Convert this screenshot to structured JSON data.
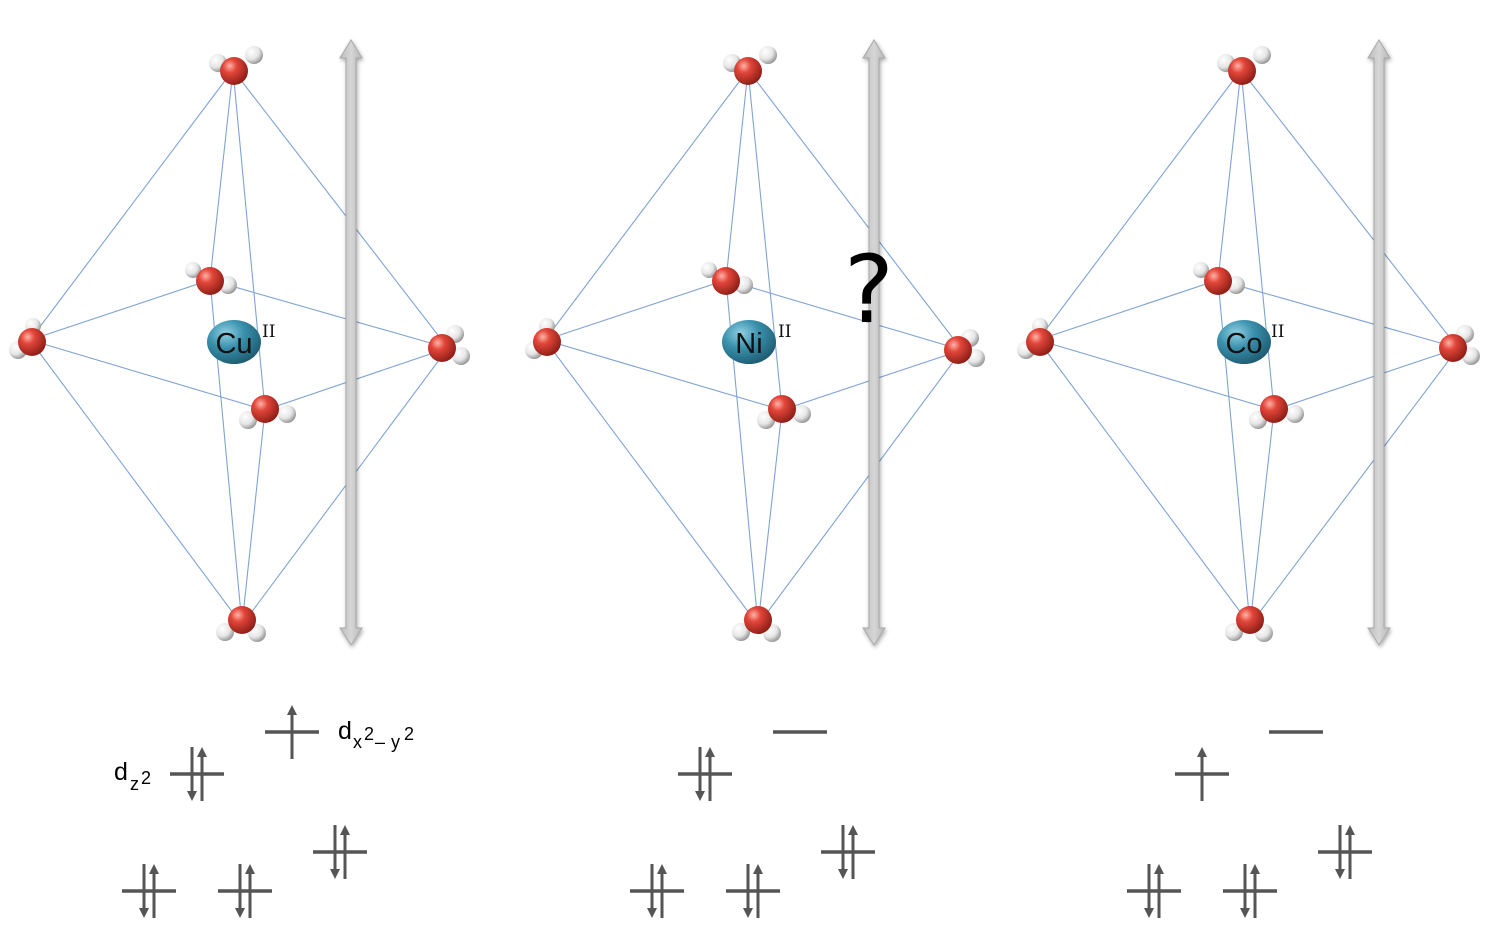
{
  "colors": {
    "bond": "#7fa3d3",
    "oxygen": "#d2382b",
    "hydrogen": "#eeeeee",
    "metal": "#2f84a0",
    "axis_arrow": "#c8c8c8",
    "orbital_line": "#555555"
  },
  "complexes": [
    {
      "id": "cu",
      "metal_symbol": "Cu",
      "oxidation_state": "II",
      "question_mark": "",
      "orbital_labels": {
        "dz2_main": "d",
        "dz2_sub": "z",
        "dz2_sup": "2",
        "dx2y2_main": "d",
        "dx2y2_sub": "x",
        "dx2y2_sup1": "2",
        "dx2y2_dash": "–",
        "dx2y2_sub2": "y",
        "dx2y2_sup2": "2"
      },
      "orbitals": [
        {
          "name": "dx2-y2",
          "electrons": 1
        },
        {
          "name": "dz2",
          "electrons": 2
        },
        {
          "name": "t2g-1",
          "electrons": 2
        },
        {
          "name": "t2g-2",
          "electrons": 2
        },
        {
          "name": "t2g-3",
          "electrons": 2
        }
      ]
    },
    {
      "id": "ni",
      "metal_symbol": "Ni",
      "oxidation_state": "II",
      "question_mark": "?",
      "orbitals": [
        {
          "name": "dx2-y2",
          "electrons": 0
        },
        {
          "name": "dz2",
          "electrons": 2
        },
        {
          "name": "t2g-1",
          "electrons": 2
        },
        {
          "name": "t2g-2",
          "electrons": 2
        },
        {
          "name": "t2g-3",
          "electrons": 2
        }
      ]
    },
    {
      "id": "co",
      "metal_symbol": "Co",
      "oxidation_state": "II",
      "question_mark": "",
      "orbitals": [
        {
          "name": "dx2-y2",
          "electrons": 0
        },
        {
          "name": "dz2",
          "electrons": 1
        },
        {
          "name": "t2g-1",
          "electrons": 2
        },
        {
          "name": "t2g-2",
          "electrons": 2
        },
        {
          "name": "t2g-3",
          "electrons": 2
        }
      ]
    }
  ]
}
